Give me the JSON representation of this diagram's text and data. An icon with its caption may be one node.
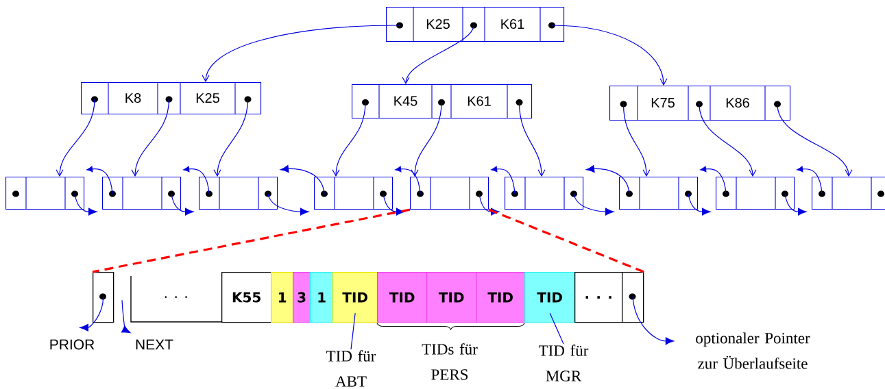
{
  "diagram": {
    "nodes": [
      {
        "text": [
          "K25",
          "K61"
        ]
      },
      {
        "text": [
          "K8",
          "K25"
        ]
      },
      {
        "text": [
          "K45",
          "K61"
        ]
      },
      {
        "text": [
          "K75",
          "K86"
        ]
      },
      {
        "text": [],
        "shape": "box"
      },
      {
        "text": [],
        "shape": "box"
      },
      {
        "text": [],
        "shape": "box"
      },
      {
        "text": [],
        "shape": "box"
      },
      {
        "text": [],
        "shape": "box"
      },
      {
        "text": [],
        "shape": "box"
      },
      {
        "text": [],
        "shape": "box"
      },
      {
        "text": [],
        "shape": "box"
      },
      {
        "text": [],
        "shape": "box"
      },
      {
        "text": [],
        "shape": "box"
      },
      {
        "text": [
          ". . ."
        ]
      },
      {
        "text": [
          "K55"
        ]
      },
      {
        "text": [
          "1"
        ]
      },
      {
        "text": [
          "3"
        ]
      },
      {
        "text": [
          "1"
        ]
      },
      {
        "text": [
          "TID"
        ]
      },
      {
        "text": [
          "TID"
        ]
      },
      {
        "text": [
          "TID"
        ]
      },
      {
        "text": [
          "TID"
        ]
      },
      {
        "text": [
          "TID"
        ]
      },
      {
        "text": [
          ". . ."
        ]
      },
      {
        "text": [],
        "shape": "box"
      },
      {
        "text": [
          "PRIOR"
        ]
      },
      {
        "text": [
          "NEXT"
        ]
      },
      {
        "text": [
          "TID für ABT"
        ]
      },
      {
        "text": [
          "TID für MGR"
        ]
      },
      {
        "text": [
          "optionaler Pointer zur Überlaufseite"
        ]
      }
    ],
    "edges": [
      {
        "from": 0,
        "to": 1,
        "arrow": "to"
      },
      {
        "from": 0,
        "to": 2,
        "arrow": "to"
      },
      {
        "from": 0,
        "to": 3,
        "arrow": "to"
      },
      {
        "from": 1,
        "to": 4,
        "arrow": "to"
      },
      {
        "from": 1,
        "to": 5,
        "arrow": "to"
      },
      {
        "from": 1,
        "to": 6,
        "arrow": "to"
      },
      {
        "from": 2,
        "to": 7,
        "arrow": "to"
      },
      {
        "from": 2,
        "to": 8,
        "arrow": "to"
      },
      {
        "from": 2,
        "to": 9,
        "arrow": "to"
      },
      {
        "from": 3,
        "to": 10,
        "arrow": "to"
      },
      {
        "from": 3,
        "to": 11,
        "arrow": "to"
      },
      {
        "from": 3,
        "to": 12,
        "arrow": "to"
      },
      {
        "from": 4,
        "to": 5,
        "arrow": "to"
      },
      {
        "from": 5,
        "to": 4,
        "arrow": "to"
      },
      {
        "from": 5,
        "to": 6,
        "arrow": "to"
      },
      {
        "from": 6,
        "to": 5,
        "arrow": "to"
      },
      {
        "from": 6,
        "to": 7,
        "arrow": "to"
      },
      {
        "from": 7,
        "to": 6,
        "arrow": "to"
      },
      {
        "from": 7,
        "to": 8,
        "arrow": "to"
      },
      {
        "from": 8,
        "to": 7,
        "arrow": "to"
      },
      {
        "from": 8,
        "to": 9,
        "arrow": "to"
      },
      {
        "from": 9,
        "to": 8,
        "arrow": "to"
      },
      {
        "from": 9,
        "to": 10,
        "arrow": "to"
      },
      {
        "from": 10,
        "to": 9,
        "arrow": "to"
      },
      {
        "from": 10,
        "to": 11,
        "arrow": "to"
      },
      {
        "from": 11,
        "to": 10,
        "arrow": "to"
      },
      {
        "from": 11,
        "to": 12,
        "arrow": "to"
      },
      {
        "from": 12,
        "to": 11,
        "arrow": "to"
      },
      {
        "from": 8,
        "to": 13,
        "arrow": "none",
        "style": "dashed",
        "color": "#ff0000"
      },
      {
        "from": 8,
        "to": 25,
        "arrow": "none",
        "style": "dashed",
        "color": "#ff0000"
      },
      {
        "from": 13,
        "to": 26,
        "arrow": "to"
      },
      {
        "from": 14,
        "to": 27,
        "arrow": "to"
      },
      {
        "from": 28,
        "to": 19,
        "arrow": "none"
      },
      {
        "from": 29,
        "to": 23,
        "arrow": "none"
      },
      {
        "from": 25,
        "to": 30,
        "arrow": "to"
      }
    ],
    "labels": [
      "TIDs für PERS"
    ]
  }
}
